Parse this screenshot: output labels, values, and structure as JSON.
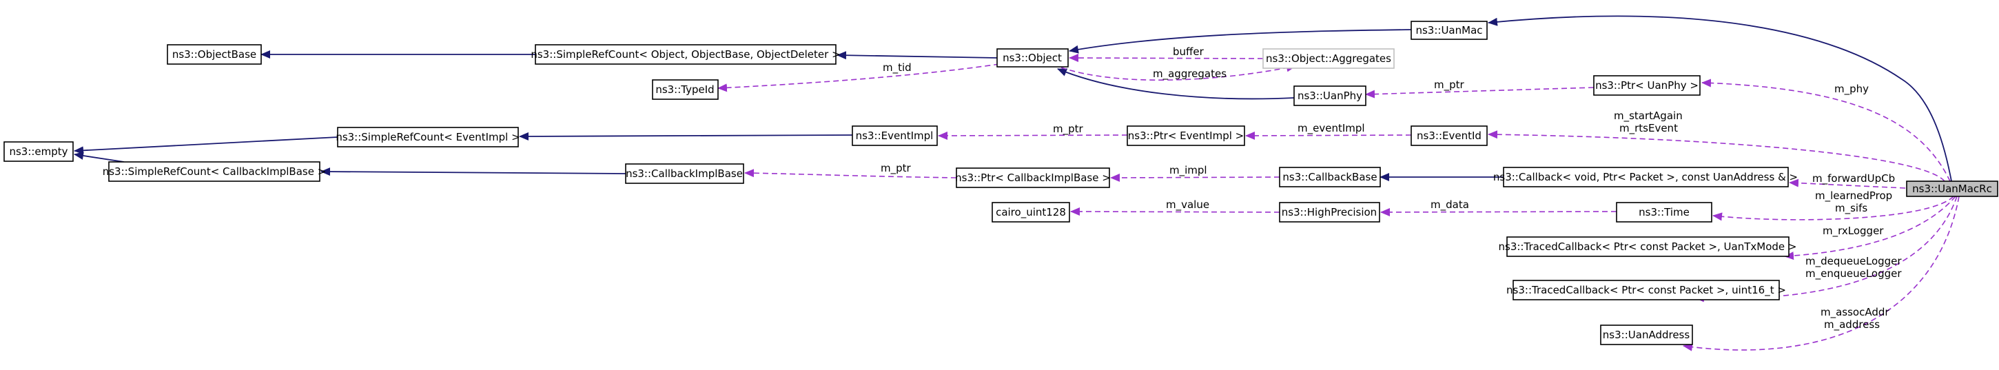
{
  "colors": {
    "inheritance_edge": "#191970",
    "usage_edge": "#9a32cd",
    "node_border": "#000000",
    "node_border_incomplete": "#bfbfbf",
    "focus_node_fill": "#bfbfbf",
    "background": "#ffffff"
  },
  "nodes": {
    "uan_mac_rc": "ns3::UanMacRc",
    "uan_mac": "ns3::UanMac",
    "object": "ns3::Object",
    "simple_ref_count_object": "ns3::SimpleRefCount< Object, ObjectBase, ObjectDeleter >",
    "object_base": "ns3::ObjectBase",
    "type_id": "ns3::TypeId",
    "aggregates": "ns3::Object::Aggregates",
    "uan_phy": "ns3::UanPhy",
    "ptr_uan_phy": "ns3::Ptr< UanPhy >",
    "empty": "ns3::empty",
    "simple_ref_count_event": "ns3::SimpleRefCount< EventImpl >",
    "event_impl": "ns3::EventImpl",
    "ptr_event_impl": "ns3::Ptr< EventImpl >",
    "event_id": "ns3::EventId",
    "simple_ref_count_callback": "ns3::SimpleRefCount< CallbackImplBase >",
    "callback_impl_base": "ns3::CallbackImplBase",
    "ptr_callback_impl_base": "ns3::Ptr< CallbackImplBase >",
    "callback_base": "ns3::CallbackBase",
    "callback": "ns3::Callback< void, Ptr< Packet >, const UanAddress & >",
    "cairo_uint128": "cairo_uint128",
    "high_precision": "ns3::HighPrecision",
    "time": "ns3::Time",
    "traced_callback_tx_mode": "ns3::TracedCallback< Ptr< const Packet >, UanTxMode >",
    "traced_callback_uint16": "ns3::TracedCallback< Ptr< const Packet >, uint16_t >",
    "uan_address": "ns3::UanAddress"
  },
  "edge_labels": {
    "buffer": "buffer",
    "m_tid": "m_tid",
    "m_aggregates": "m_aggregates",
    "m_ptr_phy": "m_ptr",
    "m_phy": "m_phy",
    "m_ptr_event": "m_ptr",
    "m_event_impl": "m_eventImpl",
    "m_start_again": "m_startAgain",
    "m_rts_event": "m_rtsEvent",
    "m_ptr_callback": "m_ptr",
    "m_impl": "m_impl",
    "m_forward_up_cb": "m_forwardUpCb",
    "m_value": "m_value",
    "m_data": "m_data",
    "m_learned_prop": "m_learnedProp",
    "m_sifs": "m_sifs",
    "m_rx_logger": "m_rxLogger",
    "m_dequeue_logger": "m_dequeueLogger",
    "m_enqueue_logger": "m_enqueueLogger",
    "m_assoc_addr": "m_assocAddr",
    "m_address": "m_address"
  }
}
